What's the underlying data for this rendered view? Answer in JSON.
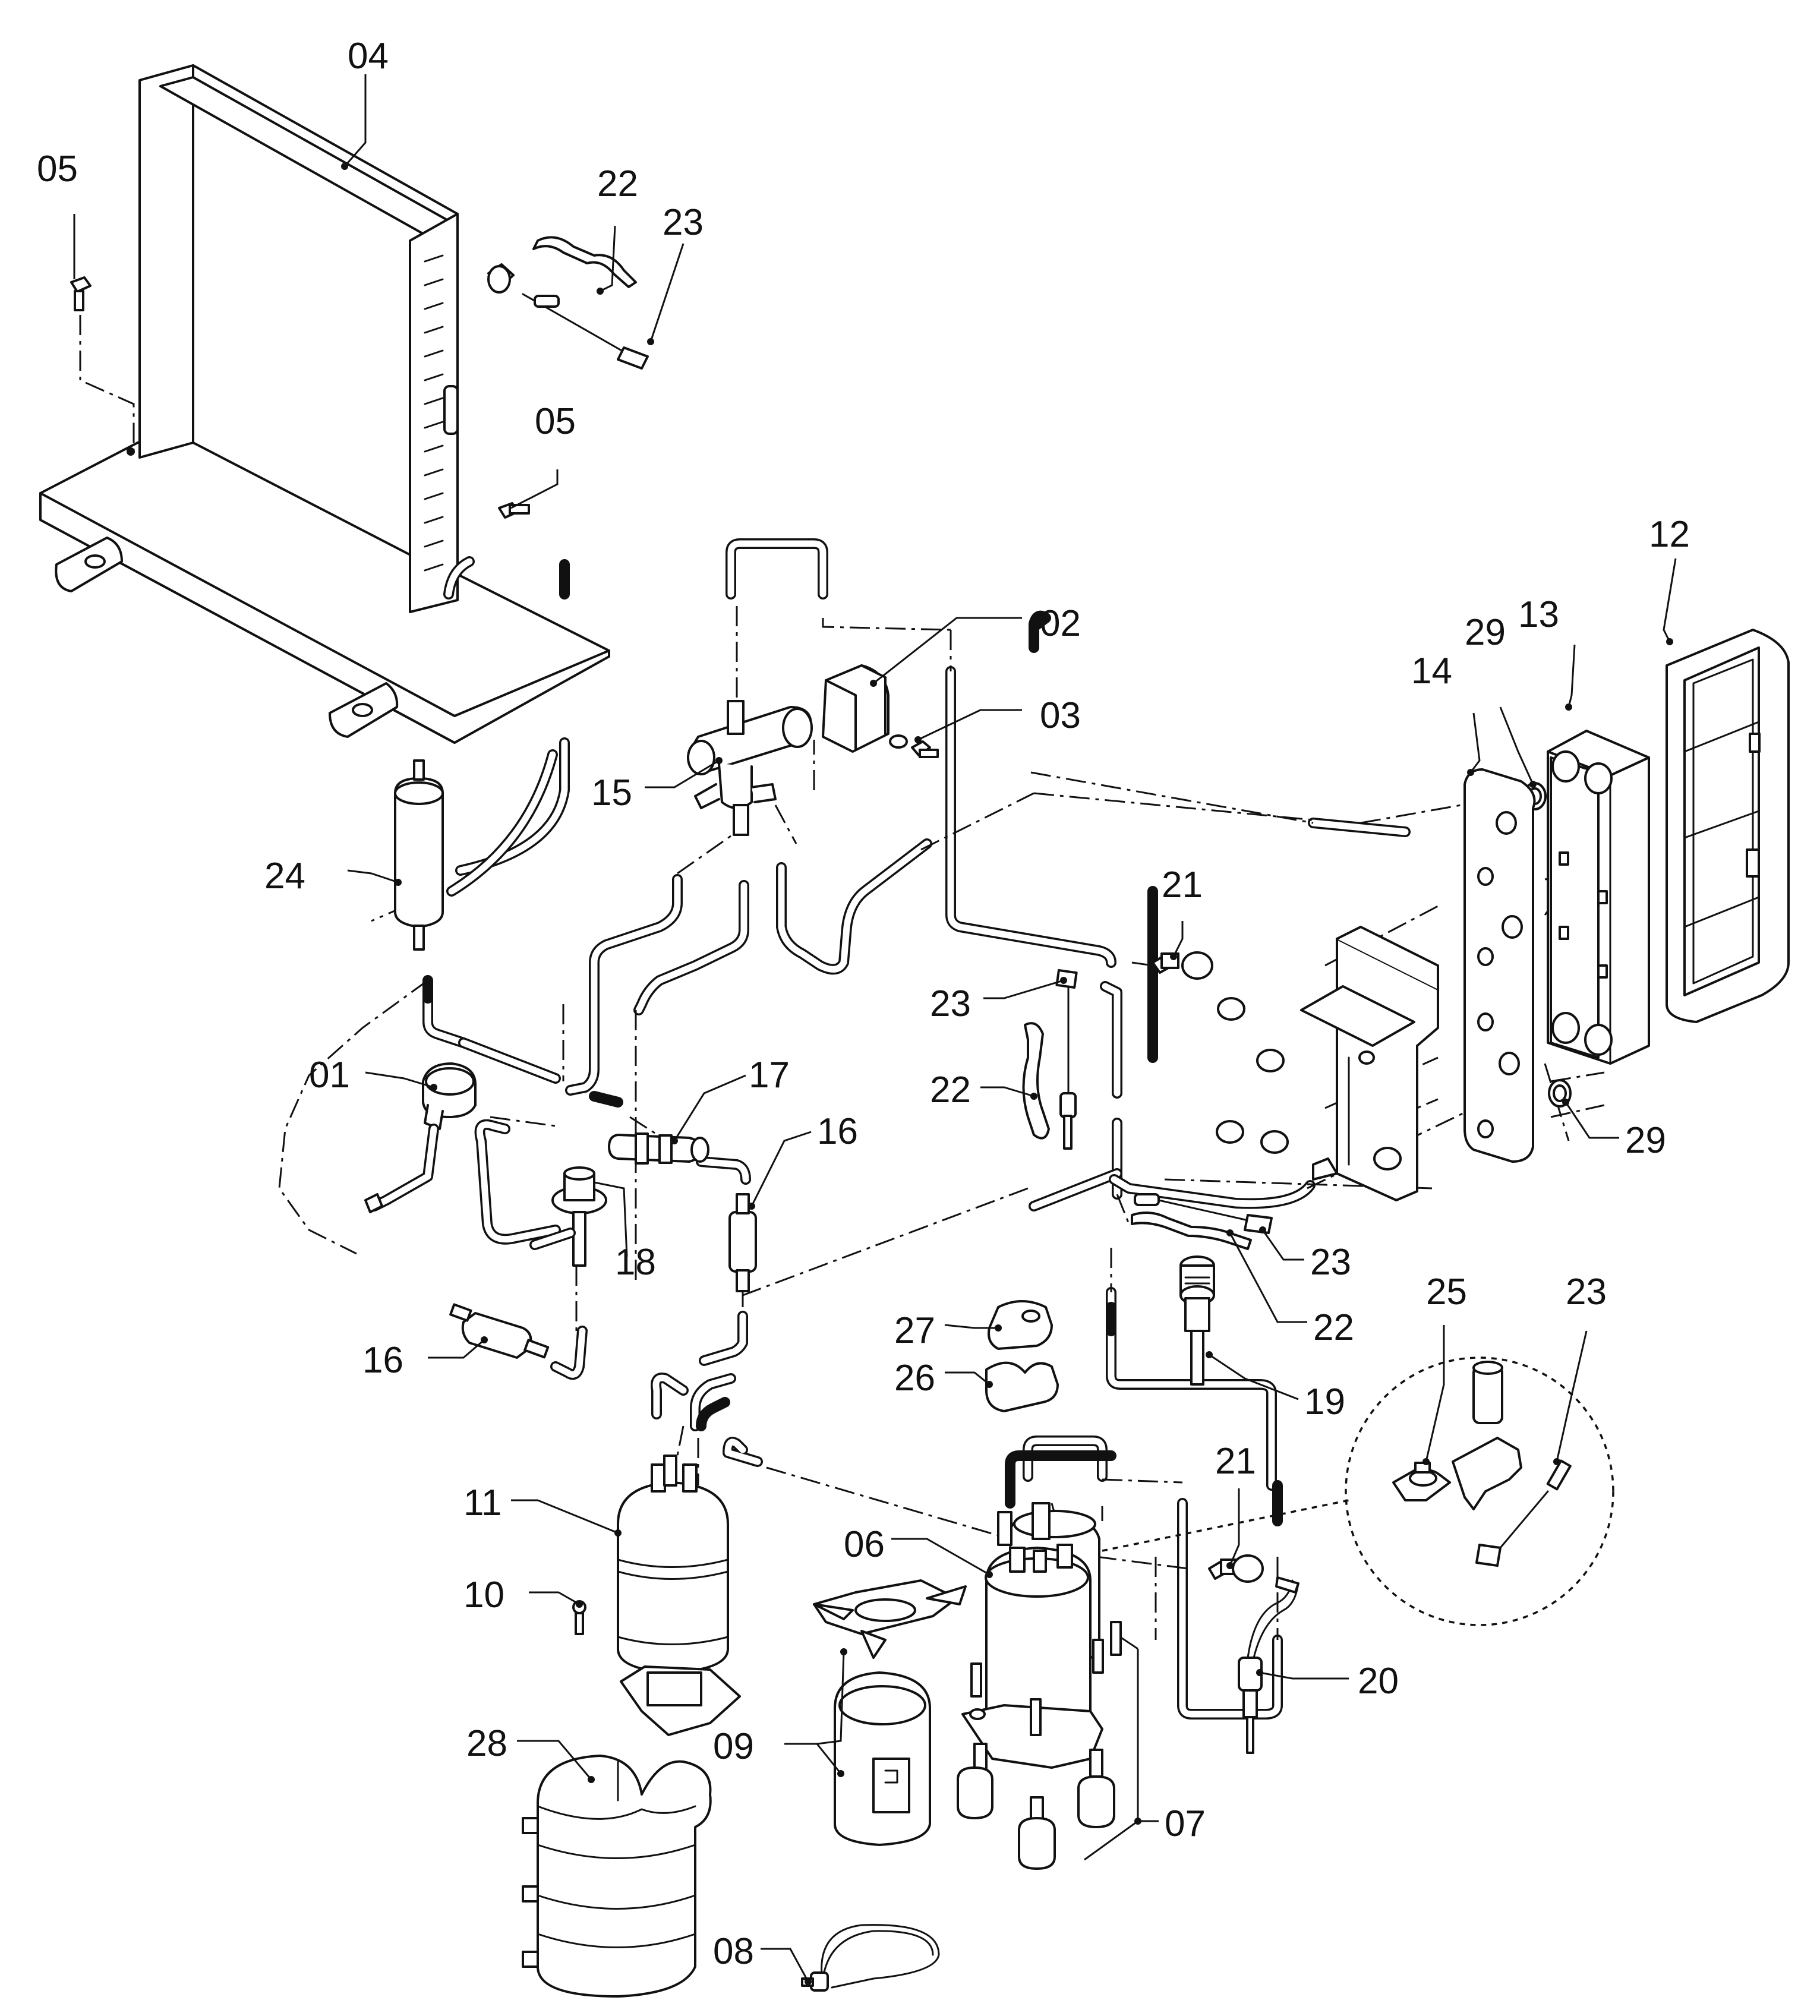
{
  "callouts": [
    {
      "id": "04",
      "text": "04"
    },
    {
      "id": "05a",
      "text": "05"
    },
    {
      "id": "22a",
      "text": "22"
    },
    {
      "id": "23a",
      "text": "23"
    },
    {
      "id": "05b",
      "text": "05"
    },
    {
      "id": "12",
      "text": "12"
    },
    {
      "id": "13",
      "text": "13"
    },
    {
      "id": "29a",
      "text": "29"
    },
    {
      "id": "14",
      "text": "14"
    },
    {
      "id": "02",
      "text": "02"
    },
    {
      "id": "03",
      "text": "03"
    },
    {
      "id": "15",
      "text": "15"
    },
    {
      "id": "24",
      "text": "24"
    },
    {
      "id": "21a",
      "text": "21"
    },
    {
      "id": "23b",
      "text": "23"
    },
    {
      "id": "22b",
      "text": "22"
    },
    {
      "id": "01",
      "text": "01"
    },
    {
      "id": "17",
      "text": "17"
    },
    {
      "id": "16a",
      "text": "16"
    },
    {
      "id": "29b",
      "text": "29"
    },
    {
      "id": "18",
      "text": "18"
    },
    {
      "id": "23c",
      "text": "23"
    },
    {
      "id": "22c",
      "text": "22"
    },
    {
      "id": "25",
      "text": "25"
    },
    {
      "id": "23d",
      "text": "23"
    },
    {
      "id": "27",
      "text": "27"
    },
    {
      "id": "16b",
      "text": "16"
    },
    {
      "id": "26",
      "text": "26"
    },
    {
      "id": "19",
      "text": "19"
    },
    {
      "id": "21b",
      "text": "21"
    },
    {
      "id": "11",
      "text": "11"
    },
    {
      "id": "06",
      "text": "06"
    },
    {
      "id": "10",
      "text": "10"
    },
    {
      "id": "20",
      "text": "20"
    },
    {
      "id": "28",
      "text": "28"
    },
    {
      "id": "09",
      "text": "09"
    },
    {
      "id": "07",
      "text": "07"
    },
    {
      "id": "08",
      "text": "08"
    }
  ]
}
